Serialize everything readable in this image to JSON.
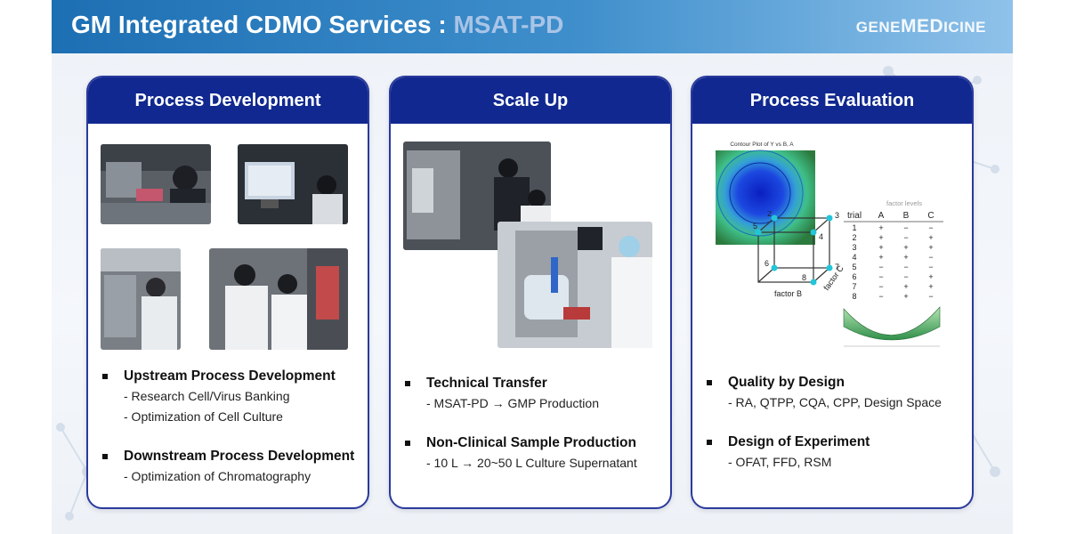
{
  "header": {
    "title_main": "GM Integrated CDMO Services : ",
    "title_accent": "MSAT-PD",
    "logo_prefix": "GENE",
    "logo_mid": "MED",
    "logo_suffix": "ICINE"
  },
  "panels": [
    {
      "title": "Process Development",
      "bullets": [
        {
          "head": "Upstream Process Development",
          "subs": [
            "- Research Cell/Virus Banking",
            "- Optimization of Cell Culture"
          ]
        },
        {
          "head": "Downstream Process Development",
          "subs": [
            "- Optimization of Chromatography"
          ]
        }
      ]
    },
    {
      "title": "Scale Up",
      "bullets": [
        {
          "head": "Technical Transfer",
          "subs": [
            "- MSAT-PD → GMP Production"
          ]
        },
        {
          "head": "Non-Clinical Sample Production",
          "subs": [
            "- 10 L → 20~50 L Culture Supernatant"
          ]
        }
      ]
    },
    {
      "title": "Process Evaluation",
      "bullets": [
        {
          "head": "Quality by Design",
          "subs": [
            "- RA, QTPP, CQA, CPP, Design Space"
          ]
        },
        {
          "head": "Design of Experiment",
          "subs": [
            "- OFAT, FFD, RSM"
          ]
        }
      ]
    }
  ],
  "contour_title": "Contour Plot of Y vs B, A",
  "cube": {
    "corner_labels": [
      "2",
      "3",
      "4",
      "5",
      "6",
      "7",
      "8"
    ],
    "axis_b": "factor B",
    "axis_c": "factor C"
  },
  "factor_table": {
    "caption": "factor levels",
    "headers": [
      "trial",
      "A",
      "B",
      "C"
    ],
    "rows": [
      [
        "1",
        "+",
        "−",
        "−"
      ],
      [
        "2",
        "+",
        "−",
        "+"
      ],
      [
        "3",
        "+",
        "+",
        "+"
      ],
      [
        "4",
        "+",
        "+",
        "−"
      ],
      [
        "5",
        "−",
        "−",
        "−"
      ],
      [
        "6",
        "−",
        "−",
        "+"
      ],
      [
        "7",
        "−",
        "+",
        "+"
      ],
      [
        "8",
        "−",
        "+",
        "−"
      ]
    ]
  }
}
